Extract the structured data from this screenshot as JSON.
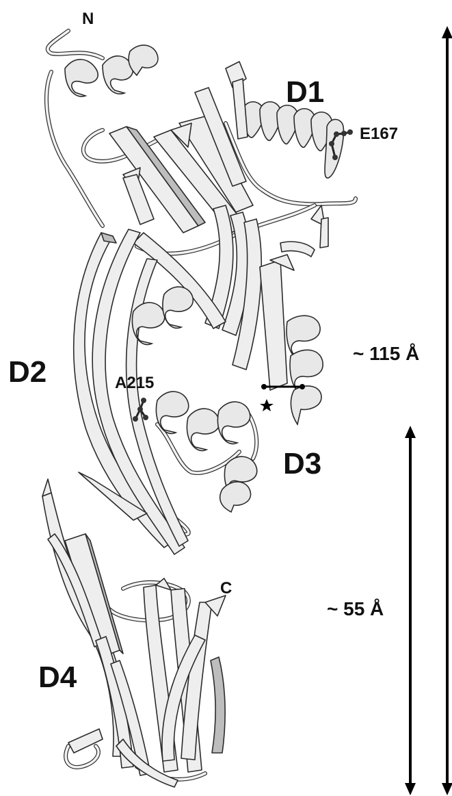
{
  "labels": {
    "n_terminus": "N",
    "c_terminus": "C",
    "domain_d1": "D1",
    "domain_d2": "D2",
    "domain_d3": "D3",
    "domain_d4": "D4",
    "residue_e167": "E167",
    "residue_a215": "A215",
    "length_full": "~ 115 Å",
    "length_lower": "~ 55 Å"
  },
  "colors": {
    "ribbon_fill": "#eeeeee",
    "ribbon_edge": "#2b2b2b",
    "background": "#ffffff",
    "text": "#111111"
  }
}
